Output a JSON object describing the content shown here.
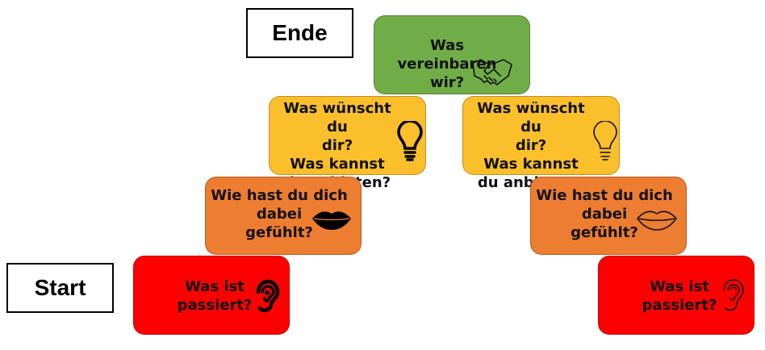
{
  "labels": {
    "end": "Ende",
    "start": "Start"
  },
  "steps": {
    "top": {
      "text": "Was vereinbaren\nwir?",
      "icon": "handshake-icon"
    },
    "left_wish": {
      "text": "Was wünscht du\ndir?\nWas kannst\ndu anbieten?",
      "icon": "lightbulb-icon"
    },
    "right_wish": {
      "text": "Was wünscht du\ndir?\nWas kannst\ndu anbieten?",
      "icon": "lightbulb-outline-icon"
    },
    "left_feel": {
      "text": "Wie hast du dich\ndabei\ngefühlt?",
      "icon": "lips-icon"
    },
    "right_feel": {
      "text": "Wie hast du dich\ndabei\ngefühlt?",
      "icon": "lips-outline-icon"
    },
    "left_start": {
      "text": "Was ist\npassiert?",
      "icon": "ear-icon"
    },
    "right_start": {
      "text": "Was ist\npassiert?",
      "icon": "ear-outline-icon"
    }
  },
  "colors": {
    "red": "#ff0000",
    "orange": "#ed7d31",
    "yellow": "#fbbf2b",
    "green": "#70ad47"
  }
}
